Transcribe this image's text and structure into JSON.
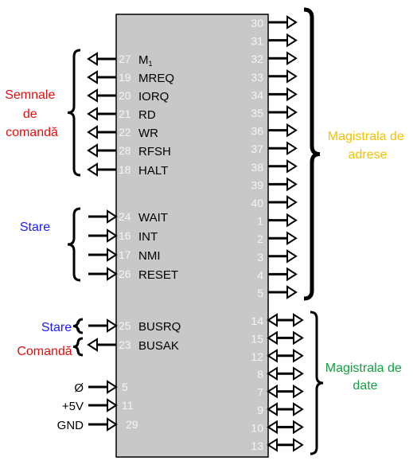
{
  "groups": {
    "command": {
      "lines": [
        "Semnale",
        "de",
        "comandă"
      ],
      "color": "#e01010"
    },
    "status1": {
      "text": "Stare",
      "color": "#1a1aff"
    },
    "status2": {
      "text": "Stare",
      "color": "#1a1aff"
    },
    "command2": {
      "text": "Comandă",
      "color": "#e01010"
    },
    "address_bus": {
      "lines": [
        "Magistrala de",
        "adrese"
      ],
      "color": "#f2c200"
    },
    "data_bus": {
      "lines": [
        "Magistrala de",
        "date"
      ],
      "color": "#10a040"
    }
  },
  "chip": {
    "body_color": "#c8c8c8"
  },
  "left_pins": [
    {
      "num": "27",
      "label": "M",
      "label_sub": "1",
      "dir": "out"
    },
    {
      "num": "19",
      "label": "MREQ",
      "dir": "out"
    },
    {
      "num": "20",
      "label": "IORQ",
      "dir": "out"
    },
    {
      "num": "21",
      "label": "RD",
      "dir": "out"
    },
    {
      "num": "22",
      "label": "WR",
      "dir": "out"
    },
    {
      "num": "28",
      "label": "RFSH",
      "dir": "out"
    },
    {
      "num": "18",
      "label": "HALT",
      "dir": "out"
    },
    {
      "num": "24",
      "label": "WAIT",
      "dir": "in"
    },
    {
      "num": "16",
      "label": "INT",
      "dir": "in"
    },
    {
      "num": "17",
      "label": "NMI",
      "dir": "in"
    },
    {
      "num": "26",
      "label": "RESET",
      "dir": "in"
    },
    {
      "num": "25",
      "label": "BUSRQ",
      "dir": "in"
    },
    {
      "num": "23",
      "label": "BUSAK",
      "dir": "out"
    }
  ],
  "power_pins": [
    {
      "name": "Ø",
      "num": "5"
    },
    {
      "name": "+5V",
      "num": "11"
    },
    {
      "name": "GND",
      "num": "29"
    }
  ],
  "address_pins": [
    "30",
    "31",
    "32",
    "33",
    "34",
    "35",
    "36",
    "37",
    "38",
    "39",
    "40",
    "1",
    "2",
    "3",
    "4",
    "5"
  ],
  "data_pins": [
    "14",
    "15",
    "12",
    "8",
    "7",
    "9",
    "10",
    "13"
  ]
}
